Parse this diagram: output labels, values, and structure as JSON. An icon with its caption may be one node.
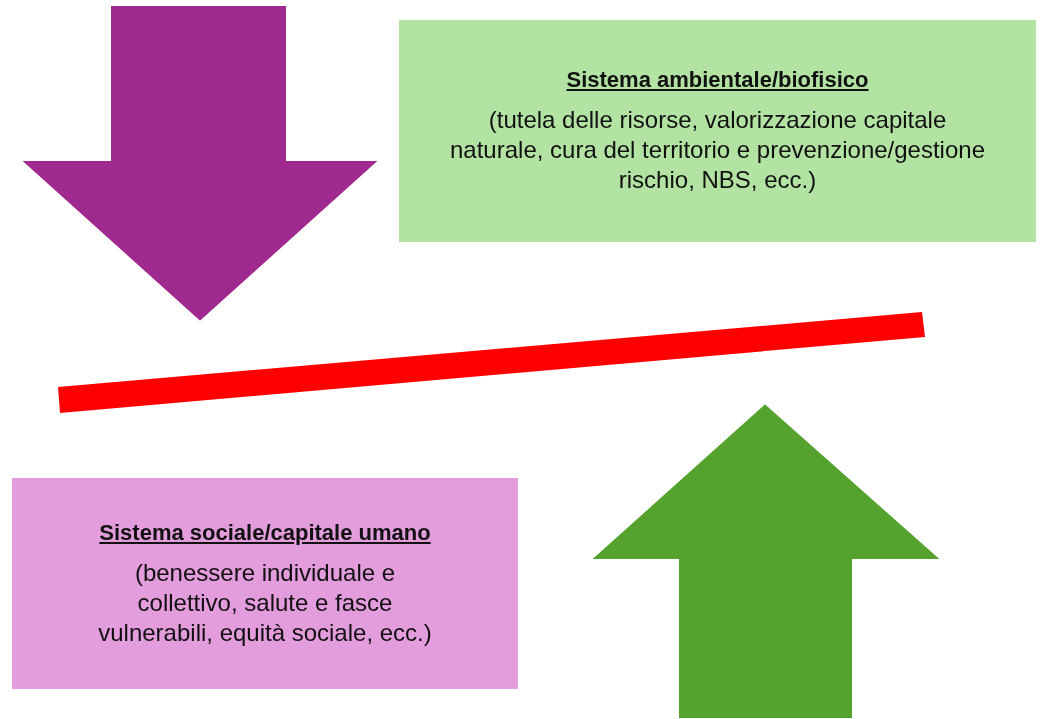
{
  "diagram": {
    "nodes": [
      {
        "text": [
          "Sistema ambientale/biofisico",
          "(tutela delle risorse, valorizzazione capitale naturale, cura del territorio e prevenzione/gestione rischio, NBS, ecc.)"
        ]
      },
      {
        "text": [
          "Sistema sociale/capitale umano",
          "(benessere individuale e collettivo, salute e fasce vulnerabili, equità sociale, ecc.)"
        ]
      },
      {
        "text": [],
        "shape": "bar"
      }
    ]
  }
}
